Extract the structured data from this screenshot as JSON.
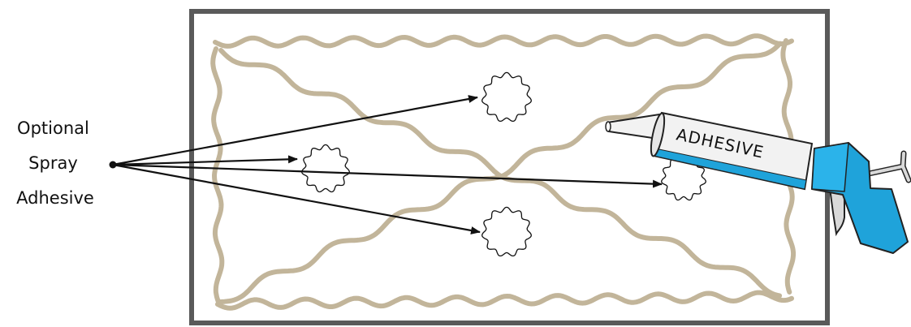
{
  "callout": {
    "lines": [
      "Optional",
      "Spray",
      "Adhesive"
    ]
  },
  "gun": {
    "label": "ADHESIVE"
  },
  "colors": {
    "panel_border": "#5a5a5a",
    "adhesive_bead": "#c2b59a",
    "gun_accent": "#1fa3da",
    "gun_body": "#f2f2f2",
    "ink": "#111111"
  }
}
